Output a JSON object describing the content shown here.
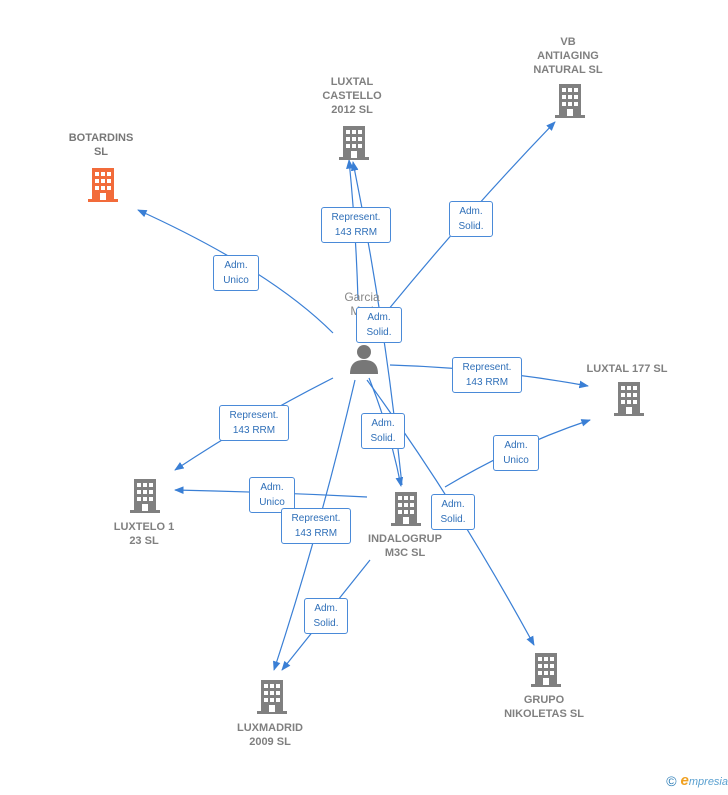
{
  "colors": {
    "edge": "#3a7fd5",
    "company": "#808080",
    "highlight": "#f26b3a",
    "person": "#777777"
  },
  "person": {
    "name": "Garcia\nMari\nMi",
    "icon": "person-icon"
  },
  "companies": [
    {
      "id": "botardins",
      "label": "BOTARDINS\nSL",
      "highlight": true
    },
    {
      "id": "luxtal_castello",
      "label": "LUXTAL\nCASTELLO\n2012 SL"
    },
    {
      "id": "vb_antiaging",
      "label": "VB\nANTIAGING\nNATURAL  SL"
    },
    {
      "id": "luxtal_177",
      "label": "LUXTAL 177 SL"
    },
    {
      "id": "luxtelo",
      "label": "LUXTELO 1\n23 SL"
    },
    {
      "id": "indalogrup",
      "label": "INDALOGRUP\nM3C SL"
    },
    {
      "id": "grupo_nikoletas",
      "label": "GRUPO\nNIKOLETAS  SL"
    },
    {
      "id": "luxmadrid",
      "label": "LUXMADRID\n2009 SL"
    }
  ],
  "edges": [
    {
      "id": "e1",
      "label": "Adm.\nUnico"
    },
    {
      "id": "e2",
      "label": "Represent.\n143 RRM"
    },
    {
      "id": "e3",
      "label": "Adm.\nSolid."
    },
    {
      "id": "e4",
      "label": "Adm.\nSolid."
    },
    {
      "id": "e5",
      "label": "Represent.\n143 RRM"
    },
    {
      "id": "e6",
      "label": "Represent.\n143 RRM"
    },
    {
      "id": "e7",
      "label": "Adm.\nSolid."
    },
    {
      "id": "e8",
      "label": "Adm.\nUnico"
    },
    {
      "id": "e9",
      "label": "Adm.\nUnico"
    },
    {
      "id": "e10",
      "label": "Represent.\n143 RRM"
    },
    {
      "id": "e11",
      "label": "Adm.\nSolid."
    },
    {
      "id": "e12",
      "label": "Adm.\nSolid."
    }
  ],
  "footer": {
    "copyright": "©",
    "brand_initial": "e",
    "brand_rest": "mpresia"
  }
}
